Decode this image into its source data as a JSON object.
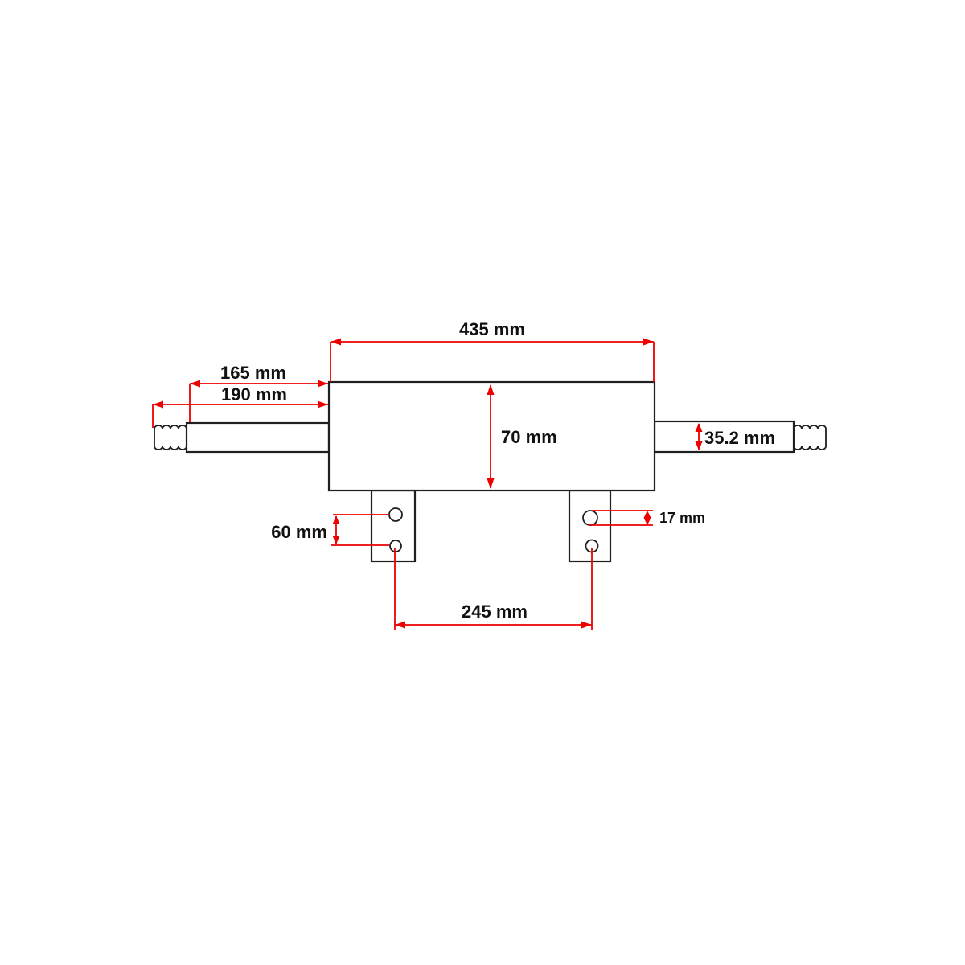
{
  "diagram": {
    "type": "technical-dimension-drawing",
    "units": "mm",
    "labels": {
      "overall_length": "435 mm",
      "left_shaft_exposed": "165 mm",
      "left_shaft_total": "190 mm",
      "body_height": "70 mm",
      "right_shaft_height": "35.2 mm",
      "bracket_hole_spacing": "60 mm",
      "hole_diameter": "17 mm",
      "bracket_distance": "245 mm"
    },
    "colors": {
      "dimension_red": "#ee0000",
      "outline_black": "#1f1f1f",
      "text_black": "#111111",
      "background": "#ffffff"
    }
  }
}
